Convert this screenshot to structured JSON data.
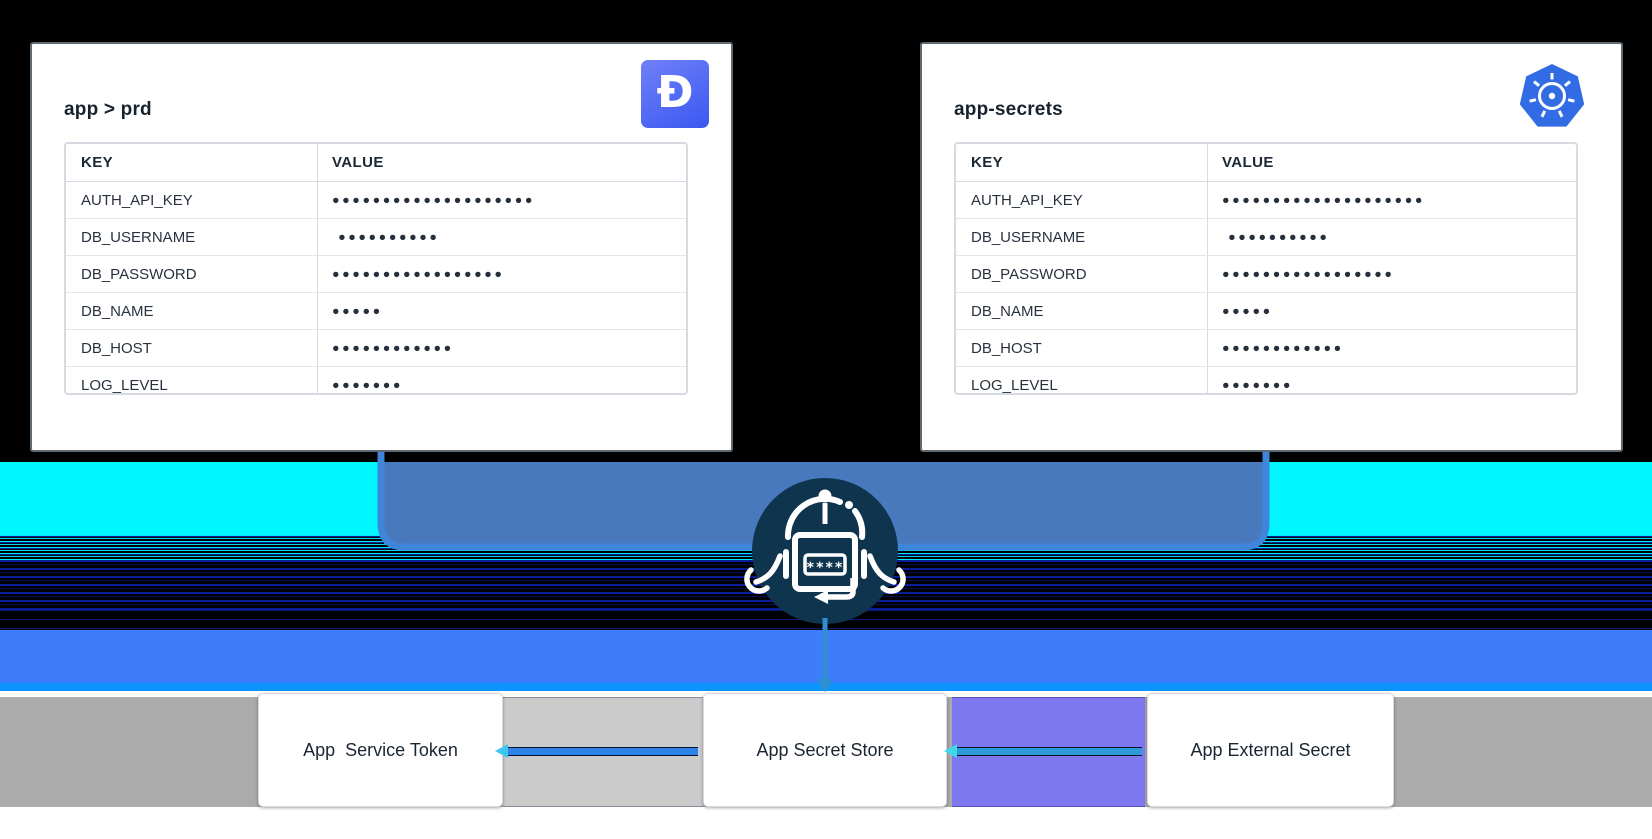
{
  "palette": {
    "cyan": "#00F7FF",
    "steel_panel": "#4879BC",
    "bracket_blue": "#3F85DA",
    "blue_band": "#3D7CFA",
    "bright_blue_line": "#0D94FC",
    "navy_circle": "#0E344E",
    "gray_band": "#ABABAB",
    "light_gray_block": "#CBCBCB",
    "purple_block": "#7D77F0",
    "line_blue": "#2E83E8",
    "line_teal": "#2E9BD9",
    "chevron_cyan": "#3FC6EF",
    "drop_line": "#2F8FD0",
    "doppler_blue_1": "#7080F9",
    "doppler_blue_2": "#3A58F0",
    "k8s_blue": "#326CE5",
    "card_text": "#17222D",
    "table_text": "#28323F",
    "table_border": "#D6DBE1",
    "row_border": "#E2E6EB"
  },
  "doppler_card": {
    "title": "app > prd",
    "logo_glyph": "Ɖ",
    "table": {
      "key_header": "KEY",
      "value_header": "VALUE",
      "rows": [
        {
          "key": "AUTH_API_KEY",
          "value_masked": "●●●●●●●●●●●●●●●●●●●●"
        },
        {
          "key": "DB_USERNAME",
          "value_masked": " ●●●●●●●●●●"
        },
        {
          "key": "DB_PASSWORD",
          "value_masked": "●●●●●●●●●●●●●●●●●"
        },
        {
          "key": "DB_NAME",
          "value_masked": "●●●●●"
        },
        {
          "key": "DB_HOST",
          "value_masked": "●●●●●●●●●●●●"
        },
        {
          "key": "LOG_LEVEL",
          "value_masked": "●●●●●●●"
        }
      ]
    }
  },
  "k8s_card": {
    "title": "app-secrets",
    "table": {
      "key_header": "KEY",
      "value_header": "VALUE",
      "rows": [
        {
          "key": "AUTH_API_KEY",
          "value_masked": "●●●●●●●●●●●●●●●●●●●●"
        },
        {
          "key": "DB_USERNAME",
          "value_masked": " ●●●●●●●●●●"
        },
        {
          "key": "DB_PASSWORD",
          "value_masked": "●●●●●●●●●●●●●●●●●"
        },
        {
          "key": "DB_NAME",
          "value_masked": "●●●●●"
        },
        {
          "key": "DB_HOST",
          "value_masked": "●●●●●●●●●●●●"
        },
        {
          "key": "LOG_LEVEL",
          "value_masked": "●●●●●●●"
        }
      ]
    }
  },
  "robot": {
    "password_mask": "****"
  },
  "pipeline": {
    "boxes": [
      {
        "label": "App  Service Token"
      },
      {
        "label": "App Secret Store"
      },
      {
        "label": "App External Secret"
      }
    ]
  }
}
